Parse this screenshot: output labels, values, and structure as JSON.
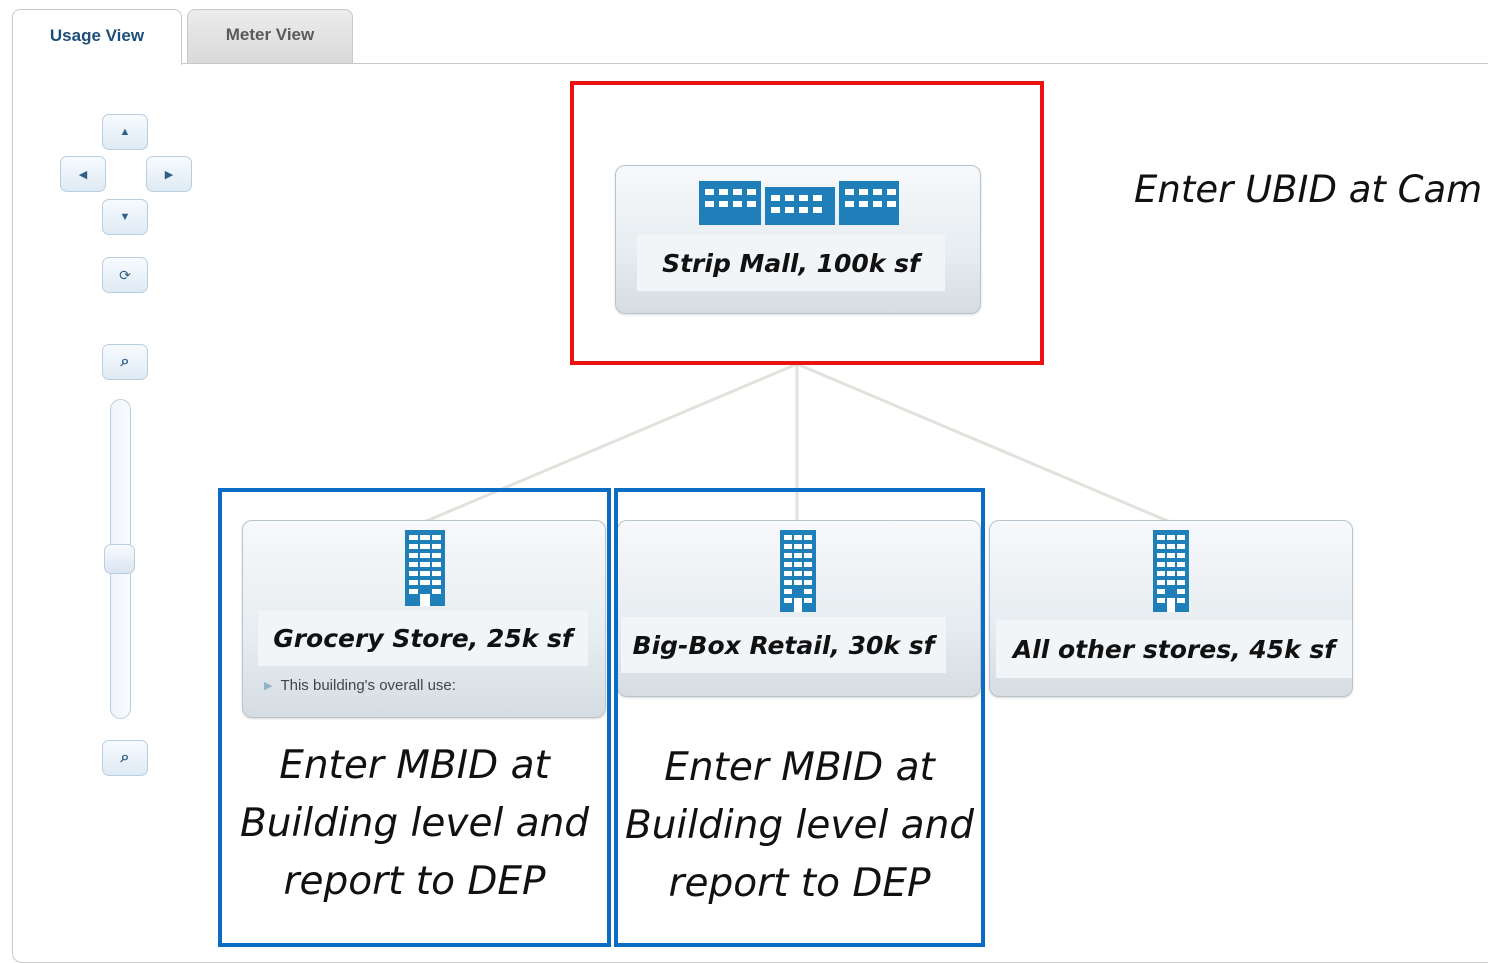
{
  "tabs": [
    {
      "label": "Usage View",
      "active": true
    },
    {
      "label": "Meter View",
      "active": false
    }
  ],
  "controls": {
    "pan_up": "▲",
    "pan_left": "◀",
    "pan_right": "▶",
    "pan_down": "▼",
    "reset": "⟳",
    "zoom_in": "⌕",
    "zoom_out": "⌕",
    "zoom_level_fraction": 0.5
  },
  "nodes": {
    "root": {
      "label": "Strip Mall, 100k sf",
      "icon": "building-complex-icon"
    },
    "children": [
      {
        "label": "Grocery Store, 25k sf",
        "icon": "building-icon",
        "subline": "This building's overall use:"
      },
      {
        "label": "Big-Box Retail, 30k sf",
        "icon": "building-icon"
      },
      {
        "label": "All other stores, 45k sf",
        "icon": "building-icon"
      }
    ]
  },
  "annotations": {
    "ubid": "Enter UBID at Cam",
    "mbid_1": [
      "Enter MBID at",
      "Building level and",
      "report to DEP"
    ],
    "mbid_2": [
      "Enter MBID at",
      "Building level and",
      "report to DEP"
    ]
  },
  "colors": {
    "accent": "#1e4f7a",
    "building_icon": "#1f7fb8",
    "annotation_red": "#ee1111",
    "annotation_blue": "#0a6cc2"
  }
}
